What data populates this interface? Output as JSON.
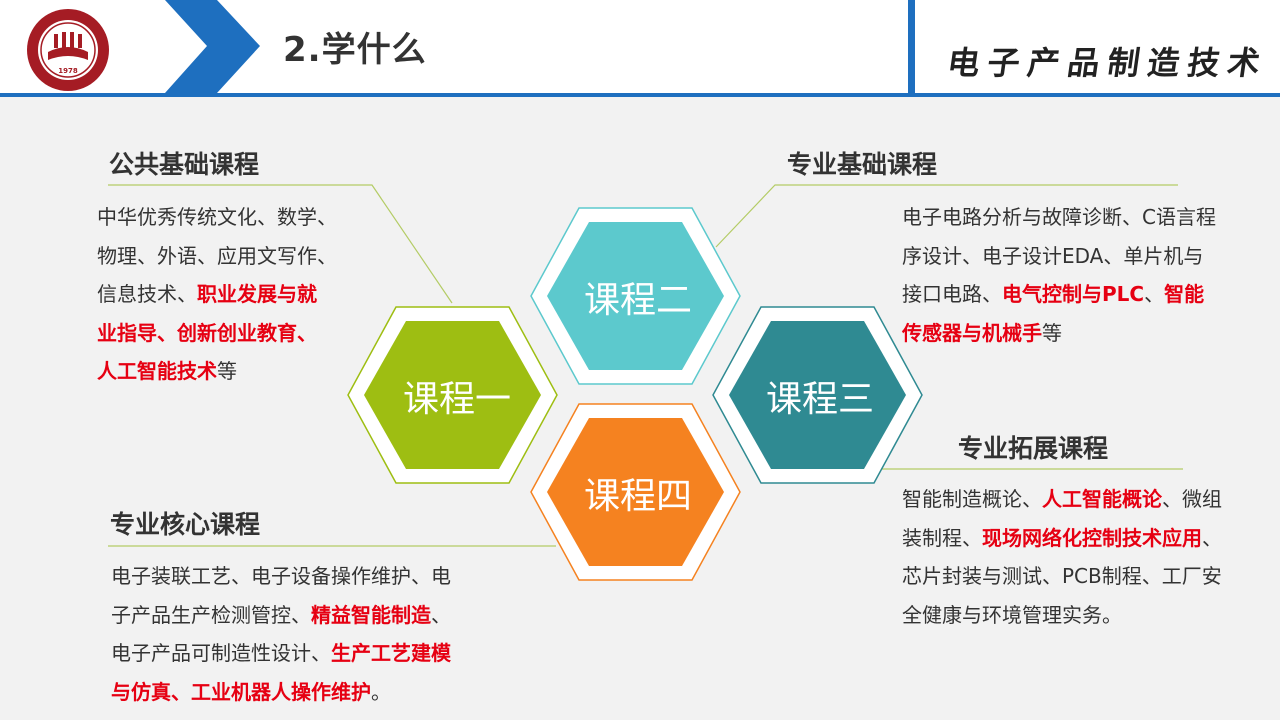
{
  "header": {
    "section_title": "2.学什么",
    "course_name": "电子产品制造技术",
    "logo_year": "1978"
  },
  "colors": {
    "accent_blue": "#1e6fbf",
    "hex1_green": "#9ebe12",
    "hex2_teal": "#5cc9cd",
    "hex3_darkteal": "#2f8a92",
    "hex4_orange": "#f58220",
    "highlight_red": "#e60012"
  },
  "hexagons": [
    {
      "label": "课程一"
    },
    {
      "label": "课程二"
    },
    {
      "label": "课程三"
    },
    {
      "label": "课程四"
    }
  ],
  "categories": {
    "public": {
      "title": "公共基础课程",
      "lines": [
        [
          {
            "t": "中华优秀传统文化、数学、",
            "h": false
          }
        ],
        [
          {
            "t": "物理、外语、应用文写作、",
            "h": false
          }
        ],
        [
          {
            "t": "信息技术、",
            "h": false
          },
          {
            "t": "职业发展与就",
            "h": true
          }
        ],
        [
          {
            "t": "业指导、创新创业教育、",
            "h": true
          }
        ],
        [
          {
            "t": "人工智能技术",
            "h": true
          },
          {
            "t": "等",
            "h": false
          }
        ]
      ]
    },
    "basic": {
      "title": "专业基础课程",
      "lines": [
        [
          {
            "t": "电子电路分析与故障诊断、C语言程",
            "h": false
          }
        ],
        [
          {
            "t": "序设计、电子设计EDA、单片机与",
            "h": false
          }
        ],
        [
          {
            "t": "接口电路、",
            "h": false
          },
          {
            "t": "电气控制与PLC",
            "h": true
          },
          {
            "t": "、",
            "h": false
          },
          {
            "t": "智能",
            "h": true
          }
        ],
        [
          {
            "t": "传感器与机械手",
            "h": true
          },
          {
            "t": "等",
            "h": false
          }
        ]
      ]
    },
    "core": {
      "title": "专业核心课程",
      "lines": [
        [
          {
            "t": "电子装联工艺、电子设备操作维护、电",
            "h": false
          }
        ],
        [
          {
            "t": "子产品生产检测管控、",
            "h": false
          },
          {
            "t": "精益智能制造",
            "h": true
          },
          {
            "t": "、",
            "h": false
          }
        ],
        [
          {
            "t": "电子产品可制造性设计、",
            "h": false
          },
          {
            "t": "生产工艺建模",
            "h": true
          }
        ],
        [
          {
            "t": "与仿真、工业机器人操作维护",
            "h": true
          },
          {
            "t": "。",
            "h": false
          }
        ]
      ]
    },
    "extend": {
      "title": "专业拓展课程",
      "lines": [
        [
          {
            "t": "智能制造概论、",
            "h": false
          },
          {
            "t": "人工智能概论",
            "h": true
          },
          {
            "t": "、微组",
            "h": false
          }
        ],
        [
          {
            "t": "装制程、",
            "h": false
          },
          {
            "t": "现场网络化控制技术应用",
            "h": true
          },
          {
            "t": "、",
            "h": false
          }
        ],
        [
          {
            "t": "芯片封装与测试、PCB制程、工厂安",
            "h": false
          }
        ],
        [
          {
            "t": "全健康与环境管理实务。",
            "h": false
          }
        ]
      ]
    }
  }
}
